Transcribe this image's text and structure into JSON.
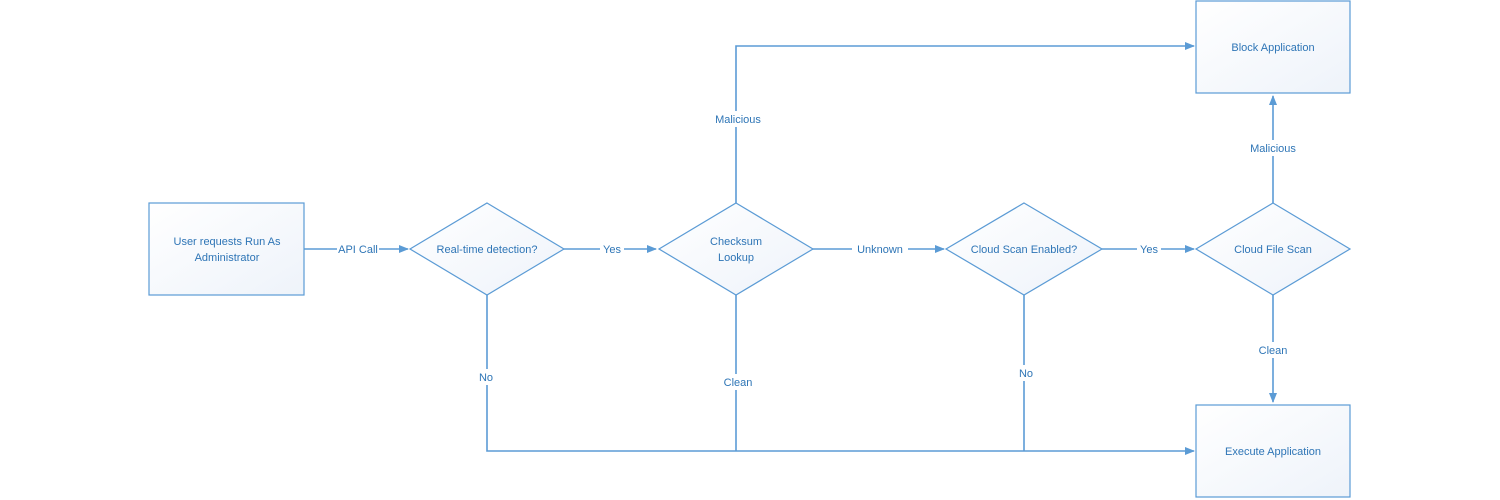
{
  "colors": {
    "stroke": "#5B9BD5",
    "text": "#2E75B6",
    "fill_start": "#ffffff",
    "fill_end": "#eef3fa"
  },
  "nodes": {
    "user_request": {
      "line1": "User requests Run As",
      "line2": "Administrator"
    },
    "realtime": {
      "label": "Real-time detection?"
    },
    "checksum": {
      "line1": "Checksum",
      "line2": "Lookup"
    },
    "cloud_enabled": {
      "label": "Cloud Scan Enabled?"
    },
    "cloud_scan": {
      "label": "Cloud File Scan"
    },
    "block": {
      "label": "Block Application"
    },
    "execute": {
      "label": "Execute Application"
    }
  },
  "edges": {
    "api_call": "API Call",
    "yes_1": "Yes",
    "unknown": "Unknown",
    "yes_2": "Yes",
    "malicious_1": "Malicious",
    "malicious_2": "Malicious",
    "clean_1": "Clean",
    "clean_2": "Clean",
    "no_1": "No",
    "no_2": "No"
  }
}
